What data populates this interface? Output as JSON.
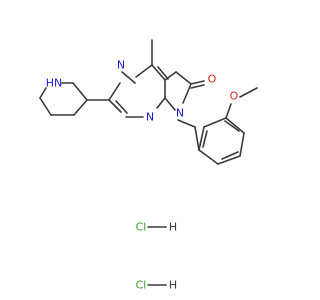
{
  "molecule": {
    "atom_labels": {
      "n_pyrimidine_top": "N",
      "n_pyrimidine_bottom": "N",
      "n_lactam": "N",
      "o_carbonyl": "O",
      "o_methoxy": "O",
      "nh_piperidine": "HN"
    },
    "salts": [
      {
        "cl": "Cl",
        "h": "H"
      },
      {
        "cl": "Cl",
        "h": "H"
      }
    ],
    "colors": {
      "bond": "#3a3a3a",
      "nitrogen": "#1a1ad8",
      "oxygen": "#e0251c",
      "chlorine": "#33a02c",
      "carbon_hydrogen": "#3a3a3a"
    }
  }
}
